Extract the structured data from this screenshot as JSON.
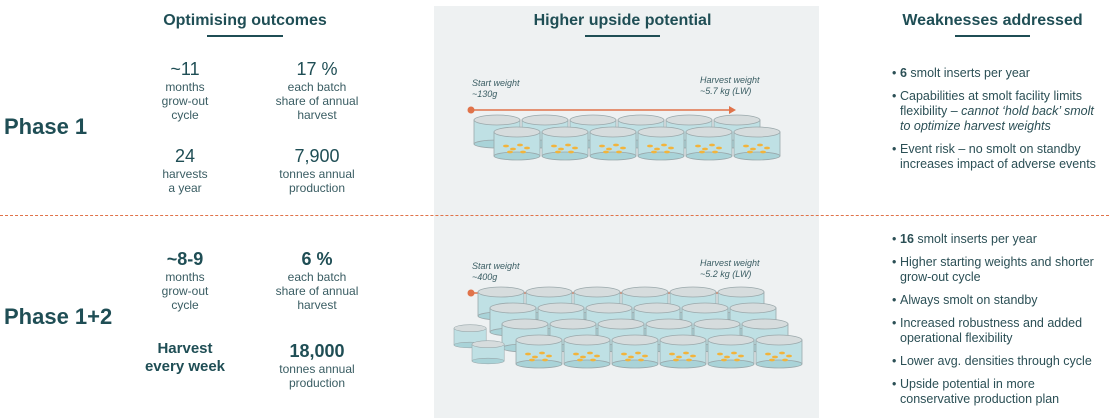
{
  "headers": {
    "left": "Optimising outcomes",
    "middle": "Higher upside potential",
    "right": "Weaknesses addressed"
  },
  "phase1": {
    "label": "Phase 1",
    "stats": {
      "cycle_value": "~11",
      "cycle_text": "months\ngrow-out\ncycle",
      "share_value": "17 %",
      "share_text": "each batch\nshare of annual\nharvest",
      "harvests_value": "24",
      "harvests_text": "harvests\na year",
      "production_value": "7,900",
      "production_text": "tonnes annual\nproduction"
    },
    "diagram": {
      "start_label": "Start weight",
      "start_value": "~130g",
      "harvest_label": "Harvest weight",
      "harvest_value": "~5.7 kg (LW)"
    },
    "weaknesses": {
      "item1_bold": "6",
      "item1_rest": " smolt inserts per year",
      "item2_main": "Capabilities at smolt facility limits flexibility – ",
      "item2_italic": "cannot ‘hold back’ smolt to optimize harvest weights",
      "item3": "Event risk – no smolt on standby increases impact of adverse events"
    }
  },
  "phase2": {
    "label": "Phase 1+2",
    "stats": {
      "cycle_value": "~8-9",
      "cycle_text": "months\ngrow-out\ncycle",
      "share_value": "6 %",
      "share_text": "each batch\nshare of annual\nharvest",
      "harvests_value": "Harvest\nevery week",
      "production_value": "18,000",
      "production_text": "tonnes annual\nproduction"
    },
    "diagram": {
      "start_label": "Start weight",
      "start_value": "~400g",
      "harvest_label": "Harvest weight",
      "harvest_value": "~5.2 kg (LW)"
    },
    "weaknesses": {
      "item1_bold": "16",
      "item1_rest": " smolt inserts per year",
      "item2": "Higher starting weights and shorter grow-out cycle",
      "item3": "Always smolt on standby",
      "item4": "Increased robustness and added operational flexibility",
      "item5": "Lower avg. densities through cycle",
      "item6": "Upside potential in more conservative production plan"
    }
  },
  "colors": {
    "primary": "#1f4e55",
    "accent": "#e0734a",
    "panel": "#eef1f2",
    "water": "#bfe0e4",
    "fish": "#f2b43c"
  }
}
